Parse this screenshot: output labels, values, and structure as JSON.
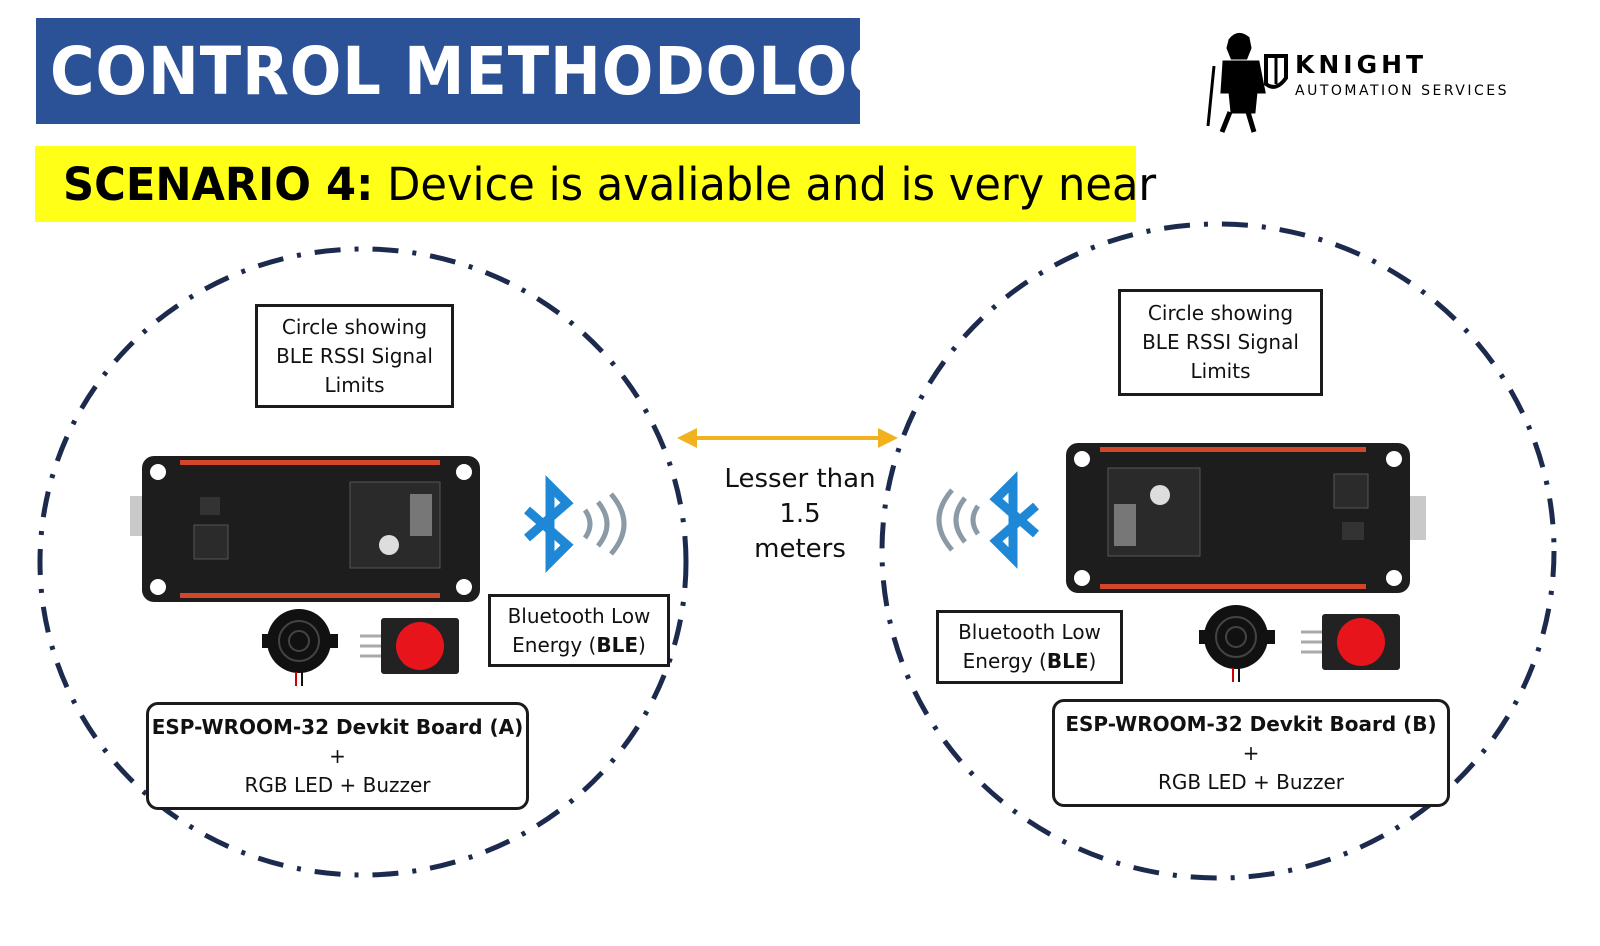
{
  "header": {
    "title": "CONTROL METHODOLOGY",
    "title_bg": "#2b5197",
    "scenario_label": "SCENARIO 4:",
    "scenario_text": " Device is avaliable and is very near",
    "scenario_bg": "#ffff18"
  },
  "logo": {
    "name": "KNIGHT",
    "subtitle": "AUTOMATION SERVICES",
    "icon": "knight-logo-icon"
  },
  "distance": {
    "label_line1": "Lesser than 1.5",
    "label_line2": "meters",
    "arrow_color": "#f2b21f"
  },
  "nodes": [
    {
      "circle_caption": [
        "Circle showing",
        "BLE RSSI Signal",
        "Limits"
      ],
      "ble_caption_prefix": "Bluetooth Low",
      "ble_caption_line2": "Energy (",
      "ble_caption_bold": "BLE",
      "ble_caption_end": ")",
      "board_title": "ESP-WROOM-32 Devkit Board (A)",
      "board_plus": "+",
      "board_parts": "RGB LED + Buzzer"
    },
    {
      "circle_caption": [
        "Circle showing",
        "BLE RSSI Signal",
        "Limits"
      ],
      "ble_caption_prefix": "Bluetooth Low",
      "ble_caption_line2": "Energy (",
      "ble_caption_bold": "BLE",
      "ble_caption_end": ")",
      "board_title": "ESP-WROOM-32 Devkit Board (B)",
      "board_plus": "+",
      "board_parts": "RGB LED + Buzzer"
    }
  ],
  "colors": {
    "circle_stroke": "#1c2a4d",
    "bluetooth": "#1e88d6",
    "wave": "#8a9aa6",
    "board": "#1d1d1d",
    "led": "#e8141c"
  }
}
